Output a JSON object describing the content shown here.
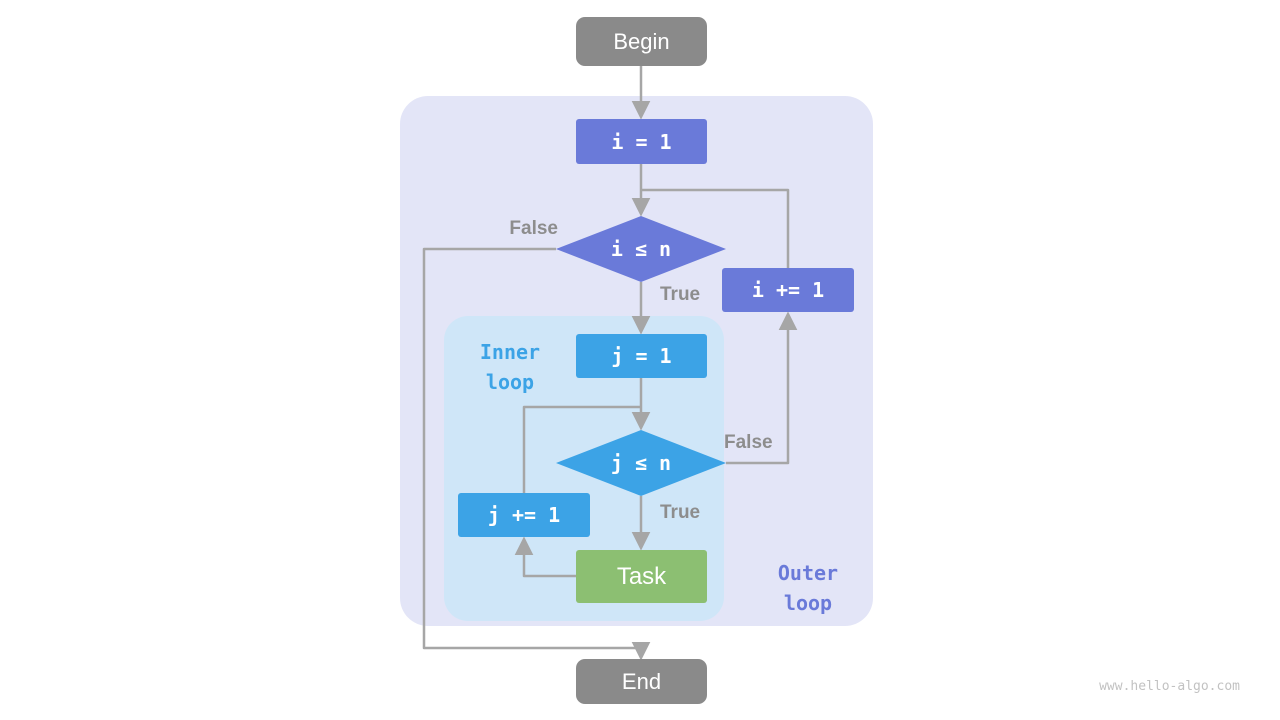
{
  "nodes": {
    "begin": "Begin",
    "init_i": "i = 1",
    "cond_i": "i ≤ n",
    "inc_i": "i += 1",
    "init_j": "j = 1",
    "cond_j": "j ≤ n",
    "inc_j": "j += 1",
    "task": "Task",
    "end": "End"
  },
  "edge_labels": {
    "outer_false": "False",
    "outer_true": "True",
    "inner_false": "False",
    "inner_true": "True"
  },
  "region_labels": {
    "inner_loop_line1": "Inner",
    "inner_loop_line2": "loop",
    "outer_loop_line1": "Outer",
    "outer_loop_line2": "loop"
  },
  "watermark": "www.hello-algo.com",
  "colors": {
    "node_gray": "#8a8a8a",
    "node_purple": "#6a7ad9",
    "node_blue": "#3ca3e6",
    "node_green": "#8cbf72",
    "outer_bg": "#e3e5f7",
    "inner_bg": "#cfe6f8",
    "arrow": "#a6a6a6",
    "label_gray": "#8d8d8d"
  }
}
